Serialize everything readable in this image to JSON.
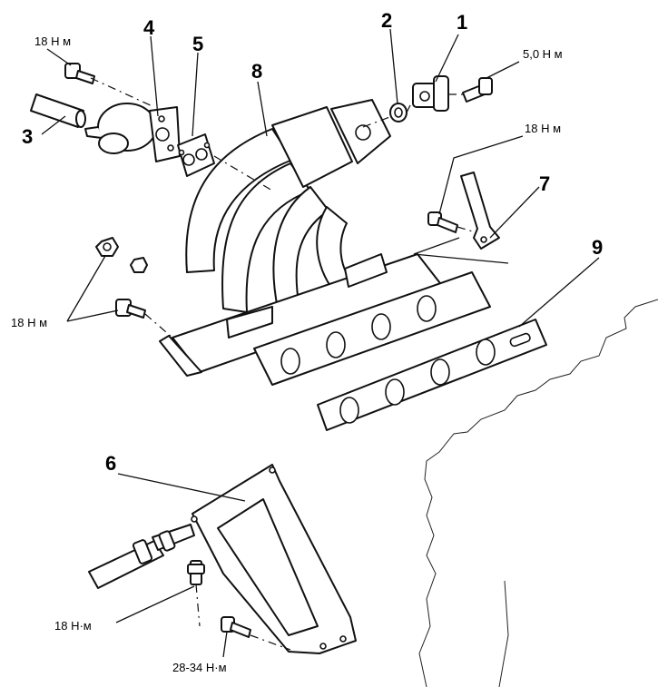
{
  "callouts": {
    "c1": "1",
    "c2": "2",
    "c3": "3",
    "c4": "4",
    "c5": "5",
    "c6": "6",
    "c7": "7",
    "c8": "8",
    "c9": "9"
  },
  "torques": {
    "t_egr_bolt": "18 Н м",
    "t_sensor_bolt": "5,0 Н м",
    "t_bracket_bolt": "18 Н м",
    "t_manifold_nuts": "18 Н м",
    "t_support_bolt": "18 Н·м",
    "t_support_bolt_2": "28-34 Н·м"
  }
}
